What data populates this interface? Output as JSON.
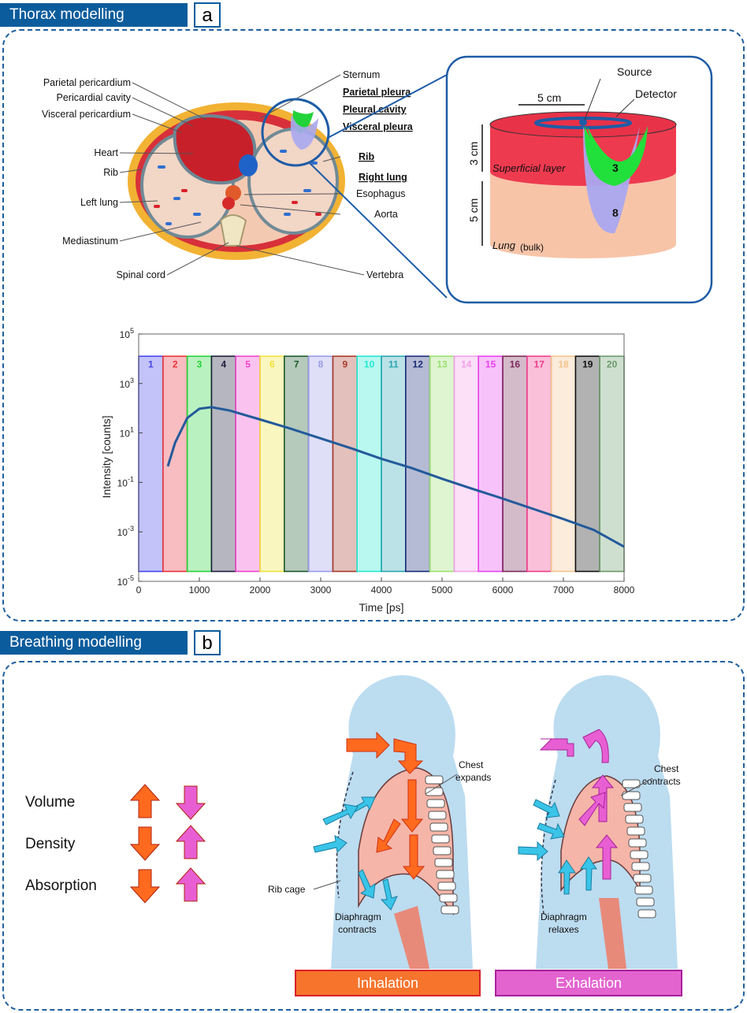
{
  "section_a": {
    "title": "Thorax modelling",
    "badge": "a"
  },
  "section_b": {
    "title": "Breathing modelling",
    "badge": "b"
  },
  "anatomy": {
    "labels_left": [
      "Parietal pericardium",
      "Pericardial cavity",
      "Visceral pericardium",
      "Heart",
      "Rib",
      "Left lung",
      "Mediastinum",
      "Spinal cord"
    ],
    "labels_right": [
      "Sternum",
      "Parietal pleura",
      "Pleural cavity",
      "Visceral pleura",
      "Rib",
      "Right lung",
      "Esophagus",
      "Aorta",
      "Vertebra"
    ]
  },
  "model": {
    "source": "Source",
    "detector": "Detector",
    "width_label": "5 cm",
    "top_height": "3 cm",
    "bottom_height": "5 cm",
    "top_layer": "Superficial layer",
    "bottom_layer_a": "Lung",
    "bottom_layer_b": "(bulk)",
    "gate_small": "3",
    "gate_large": "8",
    "colors": {
      "superficial": "#ee3a4f",
      "lung": "#f7c4a8",
      "gate3": "#21e03b",
      "gate8": "#a9a8ef"
    }
  },
  "chart_data": {
    "type": "line",
    "xlabel": "Time [ps]",
    "ylabel": "Intensity [counts]",
    "xlim": [
      0,
      8000
    ],
    "ylim_log10": [
      -5,
      5
    ],
    "y_scale": "log",
    "x_ticks": [
      "0",
      "1000",
      "2000",
      "3000",
      "4000",
      "5000",
      "6000",
      "7000",
      "8000"
    ],
    "y_ticks": [
      {
        "base": "10",
        "exp": "5"
      },
      {
        "base": "10",
        "exp": "3"
      },
      {
        "base": "10",
        "exp": "1"
      },
      {
        "base": "10",
        "exp": "-1"
      },
      {
        "base": "10",
        "exp": "-3"
      },
      {
        "base": "10",
        "exp": "-5"
      }
    ],
    "gate_width_ps": 400,
    "gates": [
      {
        "label": "1",
        "color": "#4444ee"
      },
      {
        "label": "2",
        "color": "#e8323a"
      },
      {
        "label": "3",
        "color": "#27d33a"
      },
      {
        "label": "4",
        "color": "#1d1d3a"
      },
      {
        "label": "5",
        "color": "#ee44cc"
      },
      {
        "label": "6",
        "color": "#f1e23c"
      },
      {
        "label": "7",
        "color": "#1a5a2a"
      },
      {
        "label": "8",
        "color": "#9a9ae8"
      },
      {
        "label": "9",
        "color": "#a83a2a"
      },
      {
        "label": "10",
        "color": "#22e8d0"
      },
      {
        "label": "11",
        "color": "#2ba6b0"
      },
      {
        "label": "12",
        "color": "#1a2a7a"
      },
      {
        "label": "13",
        "color": "#9ae070"
      },
      {
        "label": "14",
        "color": "#f2a0e8"
      },
      {
        "label": "15",
        "color": "#e642ee"
      },
      {
        "label": "16",
        "color": "#7a2a5a"
      },
      {
        "label": "17",
        "color": "#ee3c8a"
      },
      {
        "label": "18",
        "color": "#f3c48e"
      },
      {
        "label": "19",
        "color": "#111111"
      },
      {
        "label": "20",
        "color": "#6a9a6a"
      }
    ],
    "series": [
      {
        "x": [
          480,
          600,
          800,
          1000,
          1200,
          1500,
          2000,
          2500,
          3000,
          3500,
          4000,
          4500,
          5000,
          5500,
          6000,
          6500,
          7000,
          7500,
          8000
        ],
        "y": [
          0.45,
          4,
          40,
          95,
          110,
          80,
          35,
          15,
          6,
          2.4,
          0.9,
          0.38,
          0.14,
          0.055,
          0.022,
          0.0085,
          0.0033,
          0.0012,
          0.00025
        ]
      }
    ]
  },
  "breathing": {
    "rows": [
      "Volume",
      "Density",
      "Absorption"
    ],
    "inhalation": [
      "up",
      "down",
      "down"
    ],
    "exhalation": [
      "down",
      "up",
      "up"
    ],
    "inhale_color": "#ff6a1f",
    "exhale_color": "#e85fd3",
    "chest_expands_a": "Chest",
    "chest_expands_b": "expands",
    "chest_contracts_a": "Chest",
    "chest_contracts_b": "contracts",
    "rib_cage": "Rib cage",
    "diaphragm_contracts_a": "Diaphragm",
    "diaphragm_contracts_b": "contracts",
    "diaphragm_relaxes_a": "Diaphragm",
    "diaphragm_relaxes_b": "relaxes",
    "inhalation_label": "Inhalation",
    "exhalation_label": "Exhalation"
  }
}
